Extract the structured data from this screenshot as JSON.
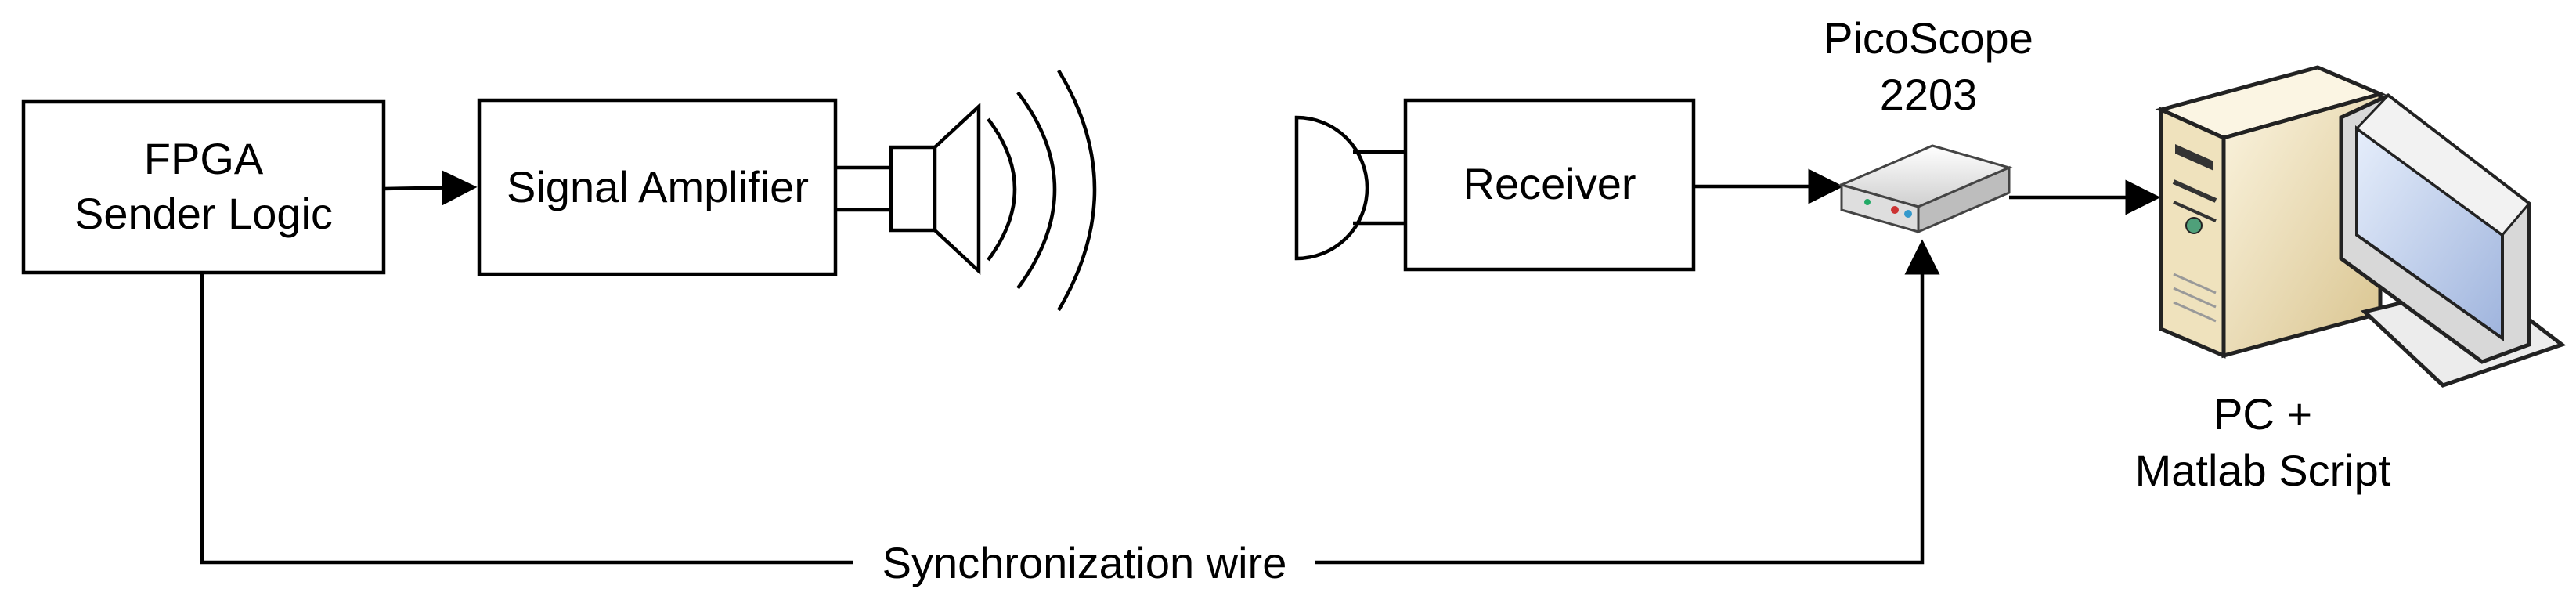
{
  "blocks": {
    "fpga": {
      "line1": "FPGA",
      "line2": "Sender Logic"
    },
    "amplifier": {
      "label": "Signal Amplifier"
    },
    "receiver": {
      "label": "Receiver"
    },
    "picoscope": {
      "line1": "PicoScope",
      "line2": "2203"
    },
    "pc": {
      "line1": "PC +",
      "line2": "Matlab Script"
    }
  },
  "connections": {
    "sync_wire": "Synchronization wire"
  },
  "icons": [
    "speaker-icon",
    "sound-waves-icon",
    "microphone-icon",
    "oscilloscope-device-icon",
    "computer-icon"
  ],
  "colors": {
    "stroke": "#000000",
    "background": "#ffffff",
    "pc_case": "#f1e6c8",
    "monitor_screen": "#c9d6ef"
  }
}
